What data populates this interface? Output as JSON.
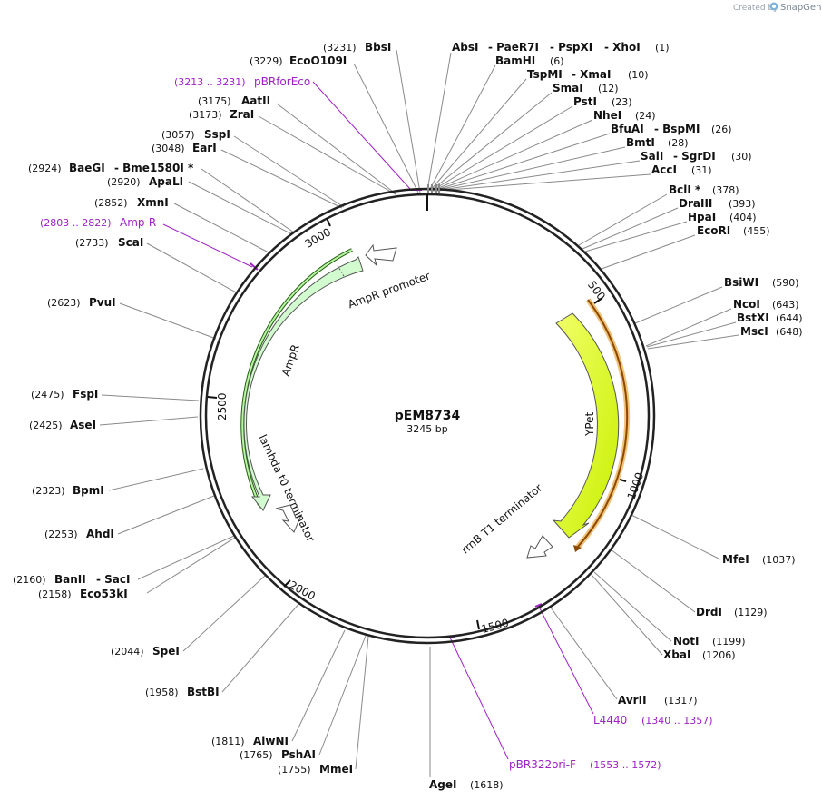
{
  "credit": {
    "created_by": "Created by",
    "brand": "SnapGene"
  },
  "plasmid": {
    "name": "pEM8734",
    "length": "3245 bp"
  },
  "ticks": [
    "500",
    "1000",
    "1500",
    "2000",
    "2500",
    "3000"
  ],
  "features": {
    "ampr_promoter": "AmpR promoter",
    "ampr": "AmpR",
    "lambda_t0": "lambda t0 terminator",
    "ypet": "YPet",
    "rrnb_t1": "rrnB T1 terminator"
  },
  "primers": {
    "pbrforeco": {
      "name": "pBRforEco",
      "range": "(3213 .. 3231)"
    },
    "amp_r": {
      "name": "Amp-R",
      "range": "(2803 .. 2822)"
    },
    "l4440": {
      "name": "L4440",
      "range": "(1340 .. 1357)"
    },
    "pbr322ori_f": {
      "name": "pBR322ori-F",
      "range": "(1553 .. 1572)"
    }
  },
  "sites_left": [
    {
      "name": "BbsI",
      "pos": "(3231)"
    },
    {
      "name": "EcoO109I",
      "pos": "(3229)"
    },
    {
      "name": "AatII",
      "pos": "(3175)"
    },
    {
      "name": "ZraI",
      "pos": "(3173)"
    },
    {
      "name": "SspI",
      "pos": "(3057)"
    },
    {
      "name": "EarI",
      "pos": "(3048)"
    },
    {
      "name": "BaeGI",
      "name2": "- Bme1580I *",
      "pos": "(2924)"
    },
    {
      "name": "ApaLI",
      "pos": "(2920)"
    },
    {
      "name": "XmnI",
      "pos": "(2852)"
    },
    {
      "name": "ScaI",
      "pos": "(2733)"
    },
    {
      "name": "PvuI",
      "pos": "(2623)"
    },
    {
      "name": "FspI",
      "pos": "(2475)"
    },
    {
      "name": "AseI",
      "pos": "(2425)"
    },
    {
      "name": "BpmI",
      "pos": "(2323)"
    },
    {
      "name": "AhdI",
      "pos": "(2253)"
    },
    {
      "name": "BanII",
      "name2": "- SacI",
      "pos": "(2160)"
    },
    {
      "name": "Eco53kI",
      "pos": "(2158)"
    },
    {
      "name": "SpeI",
      "pos": "(2044)"
    },
    {
      "name": "BstBI",
      "pos": "(1958)"
    },
    {
      "name": "AlwNI",
      "pos": "(1811)"
    },
    {
      "name": "PshAI",
      "pos": "(1765)"
    },
    {
      "name": "MmeI",
      "pos": "(1755)"
    }
  ],
  "sites_right": [
    {
      "name": "AbsI",
      "name2": "- PaeR7I",
      "name3": "- PspXI",
      "name4": "- XhoI",
      "pos": "(1)"
    },
    {
      "name": "BamHI",
      "pos": "(6)"
    },
    {
      "name": "TspMI",
      "name2": "- XmaI",
      "pos": "(10)"
    },
    {
      "name": "SmaI",
      "pos": "(12)"
    },
    {
      "name": "PstI",
      "pos": "(23)"
    },
    {
      "name": "NheI",
      "pos": "(24)"
    },
    {
      "name": "BfuAI",
      "name2": "- BspMI",
      "pos": "(26)"
    },
    {
      "name": "BmtI",
      "pos": "(28)"
    },
    {
      "name": "SalI",
      "name2": "- SgrDI",
      "pos": "(30)"
    },
    {
      "name": "AccI",
      "pos": "(31)"
    },
    {
      "name": "BclI *",
      "pos": "(378)"
    },
    {
      "name": "DraIII",
      "pos": "(393)"
    },
    {
      "name": "HpaI",
      "pos": "(404)"
    },
    {
      "name": "EcoRI",
      "pos": "(455)"
    },
    {
      "name": "BsiWI",
      "pos": "(590)"
    },
    {
      "name": "NcoI",
      "pos": "(643)"
    },
    {
      "name": "BstXI",
      "pos": "(644)"
    },
    {
      "name": "MscI",
      "pos": "(648)"
    },
    {
      "name": "MfeI",
      "pos": "(1037)"
    },
    {
      "name": "DrdI",
      "pos": "(1129)"
    },
    {
      "name": "NotI",
      "pos": "(1199)"
    },
    {
      "name": "XbaI",
      "pos": "(1206)"
    },
    {
      "name": "AvrII",
      "pos": "(1317)"
    },
    {
      "name": "AgeI",
      "pos": "(1618)"
    }
  ]
}
